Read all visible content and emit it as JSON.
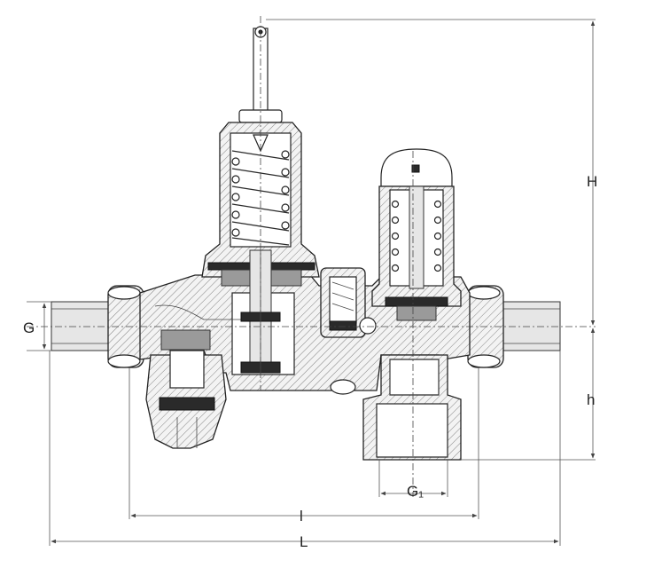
{
  "dimensions": {
    "H": "H",
    "h": "h",
    "G": "G",
    "G1": "G₁",
    "l": "l",
    "L": "L"
  },
  "parts": {
    "main_regulator": "pressure-reducing-valve",
    "relief_valve": "safety-relief-valve",
    "strainer": "strainer-cartridge",
    "outlet_branch": "drain-outlet"
  }
}
